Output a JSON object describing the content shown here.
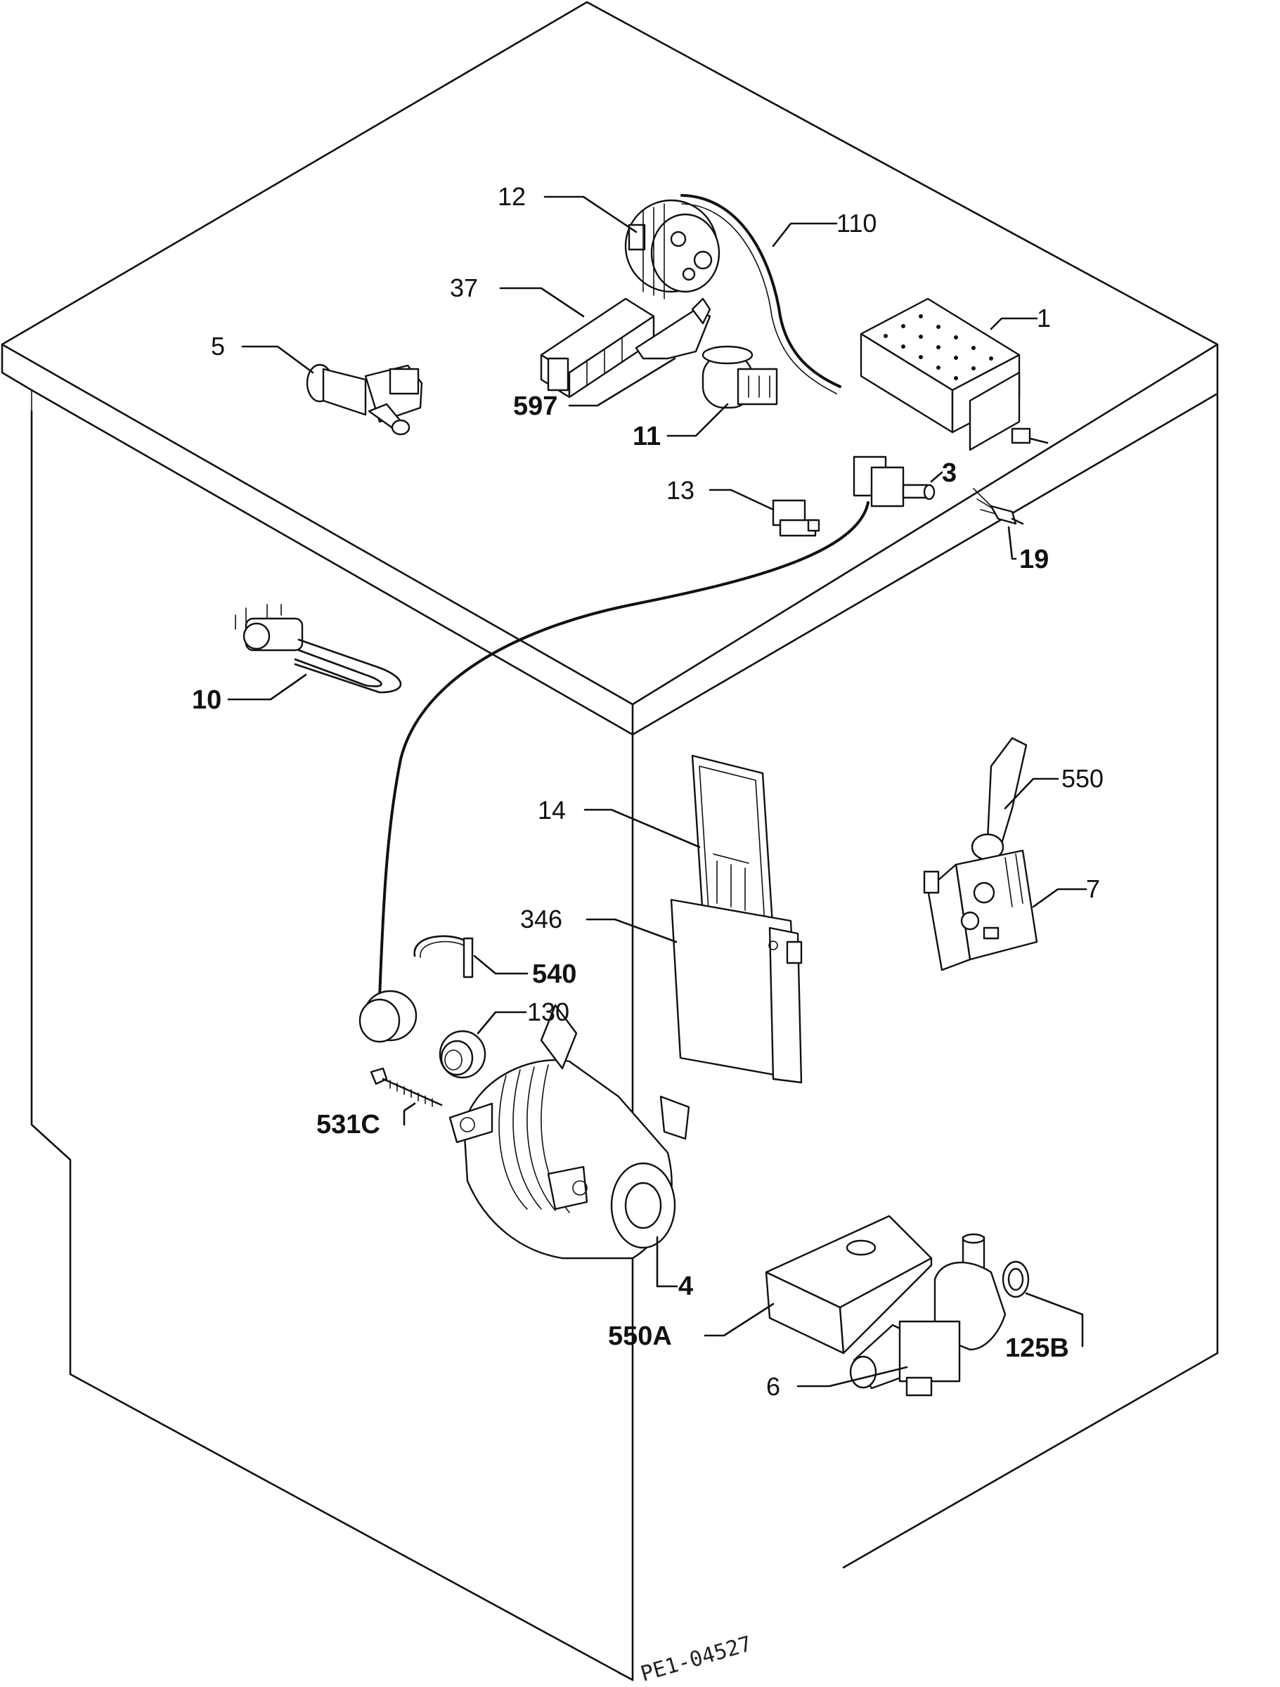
{
  "parts": {
    "p1": "1",
    "p3": "3",
    "p4": "4",
    "p5": "5",
    "p6": "6",
    "p7": "7",
    "p10": "10",
    "p11": "11",
    "p12": "12",
    "p13": "13",
    "p14": "14",
    "p19": "19",
    "p37": "37",
    "p110": "110",
    "p125b": "125B",
    "p130": "130",
    "p346": "346",
    "p531c": "531C",
    "p540": "540",
    "p550": "550",
    "p550a": "550A",
    "p597": "597"
  },
  "drawing_code": "PE1-04527"
}
